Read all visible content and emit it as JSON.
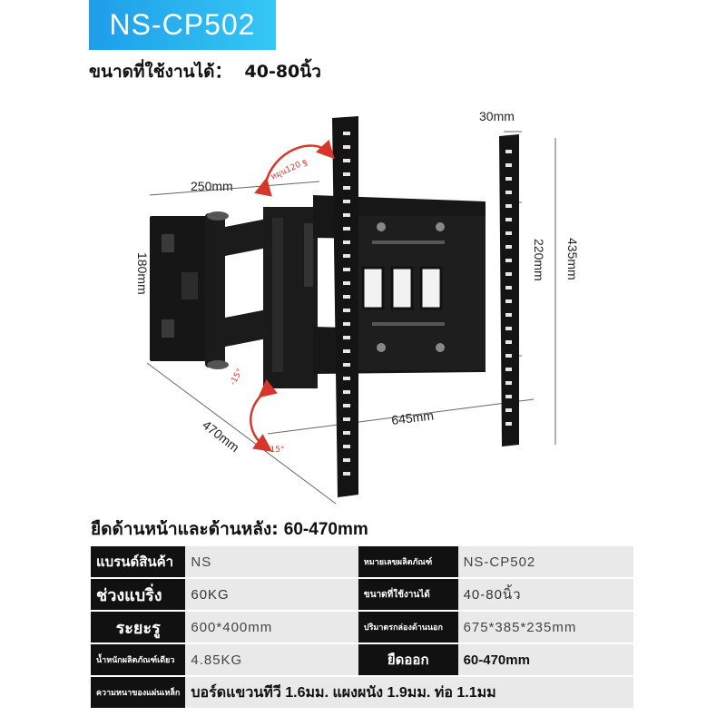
{
  "header": {
    "model": "NS-CP502",
    "size_label": "ขนาดที่ใช้งานได้：",
    "size_value": "40-80นิ้ว"
  },
  "diagram": {
    "dims": {
      "arm_length": "250mm",
      "depth_side": "180mm",
      "plate_width": "30mm",
      "hole_span": "220mm",
      "plate_height": "435mm",
      "total_width": "645mm",
      "extension": "470mm"
    },
    "swivel_label": "หมุน120 ฐ",
    "tilt_down": "-15°",
    "tilt_up": "+15°"
  },
  "depth_line": {
    "label": "ยืดด้านหน้าและด้านหลัง:",
    "value": "60-470mm"
  },
  "specs": {
    "brand_label": "แบรนด์สินค้า",
    "brand_value": "NS",
    "sku_label": "หมายเลขผลิตภัณฑ์",
    "sku_value": "NS-CP502",
    "load_label": "ช่วงแบริ่ง",
    "load_value": "60KG",
    "size_label": "ขนาดที่ใช้งานได้",
    "size_value": "40-80นิ้ว",
    "hole_label": "ระยะรู",
    "hole_value": "600*400mm",
    "box_label": "ปริมาตรกล่องด้านนอก",
    "box_value": "675*385*235mm",
    "weight_label": "น้ำหนักผลิตภัณฑ์เดียว",
    "weight_value": "4.85KG",
    "extend_label": "ยืดออก",
    "extend_value": "60-470mm",
    "thickness_label": "ความหนาของแผ่นเหล็ก",
    "thickness_value": "บอร์ดแขวนทีวี 1.6มม. แผงผนัง 1.9มม. ท่อ 1.1มม"
  },
  "colors": {
    "banner_start": "#1f9de9",
    "banner_end": "#35c7f5",
    "label_bg": "#111111",
    "value_bg": "#e9e9e9",
    "swivel_arrow": "#d9362b"
  }
}
